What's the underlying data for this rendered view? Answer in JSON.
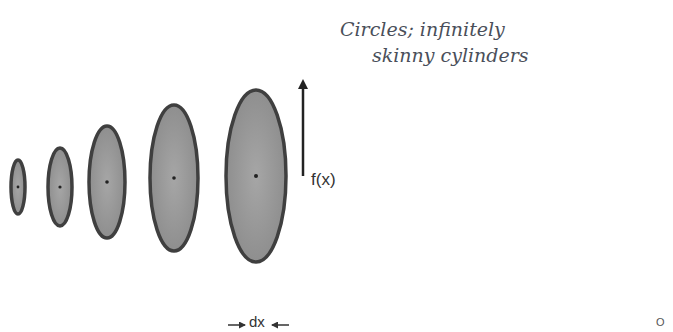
{
  "diagram": {
    "labels": [
      "Circles; infinitely skinny cylinders",
      "f(x)",
      "dx",
      "O"
    ]
  }
}
